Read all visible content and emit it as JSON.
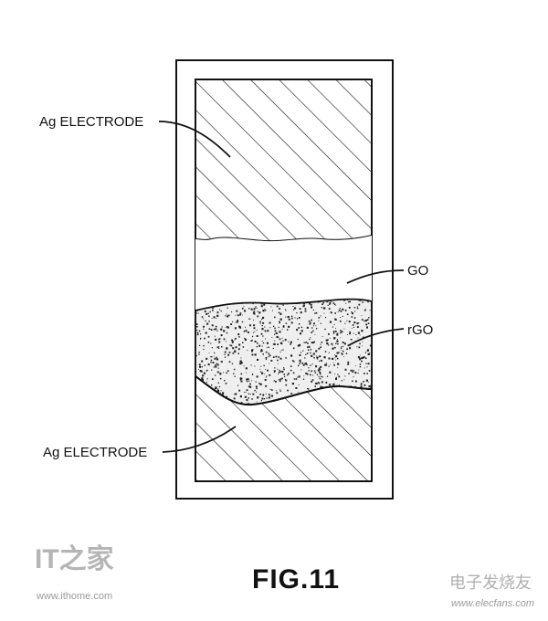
{
  "labels": {
    "top_electrode": "Ag ELECTRODE",
    "go": "GO",
    "rgo": "rGO",
    "bottom_electrode": "Ag ELECTRODE"
  },
  "caption": "FIG.11",
  "watermarks": {
    "left_logo": "IT之家",
    "left_url": "www.ithome.com",
    "right_logo": "电子发烧友",
    "right_url": "www.elecfans.com"
  }
}
